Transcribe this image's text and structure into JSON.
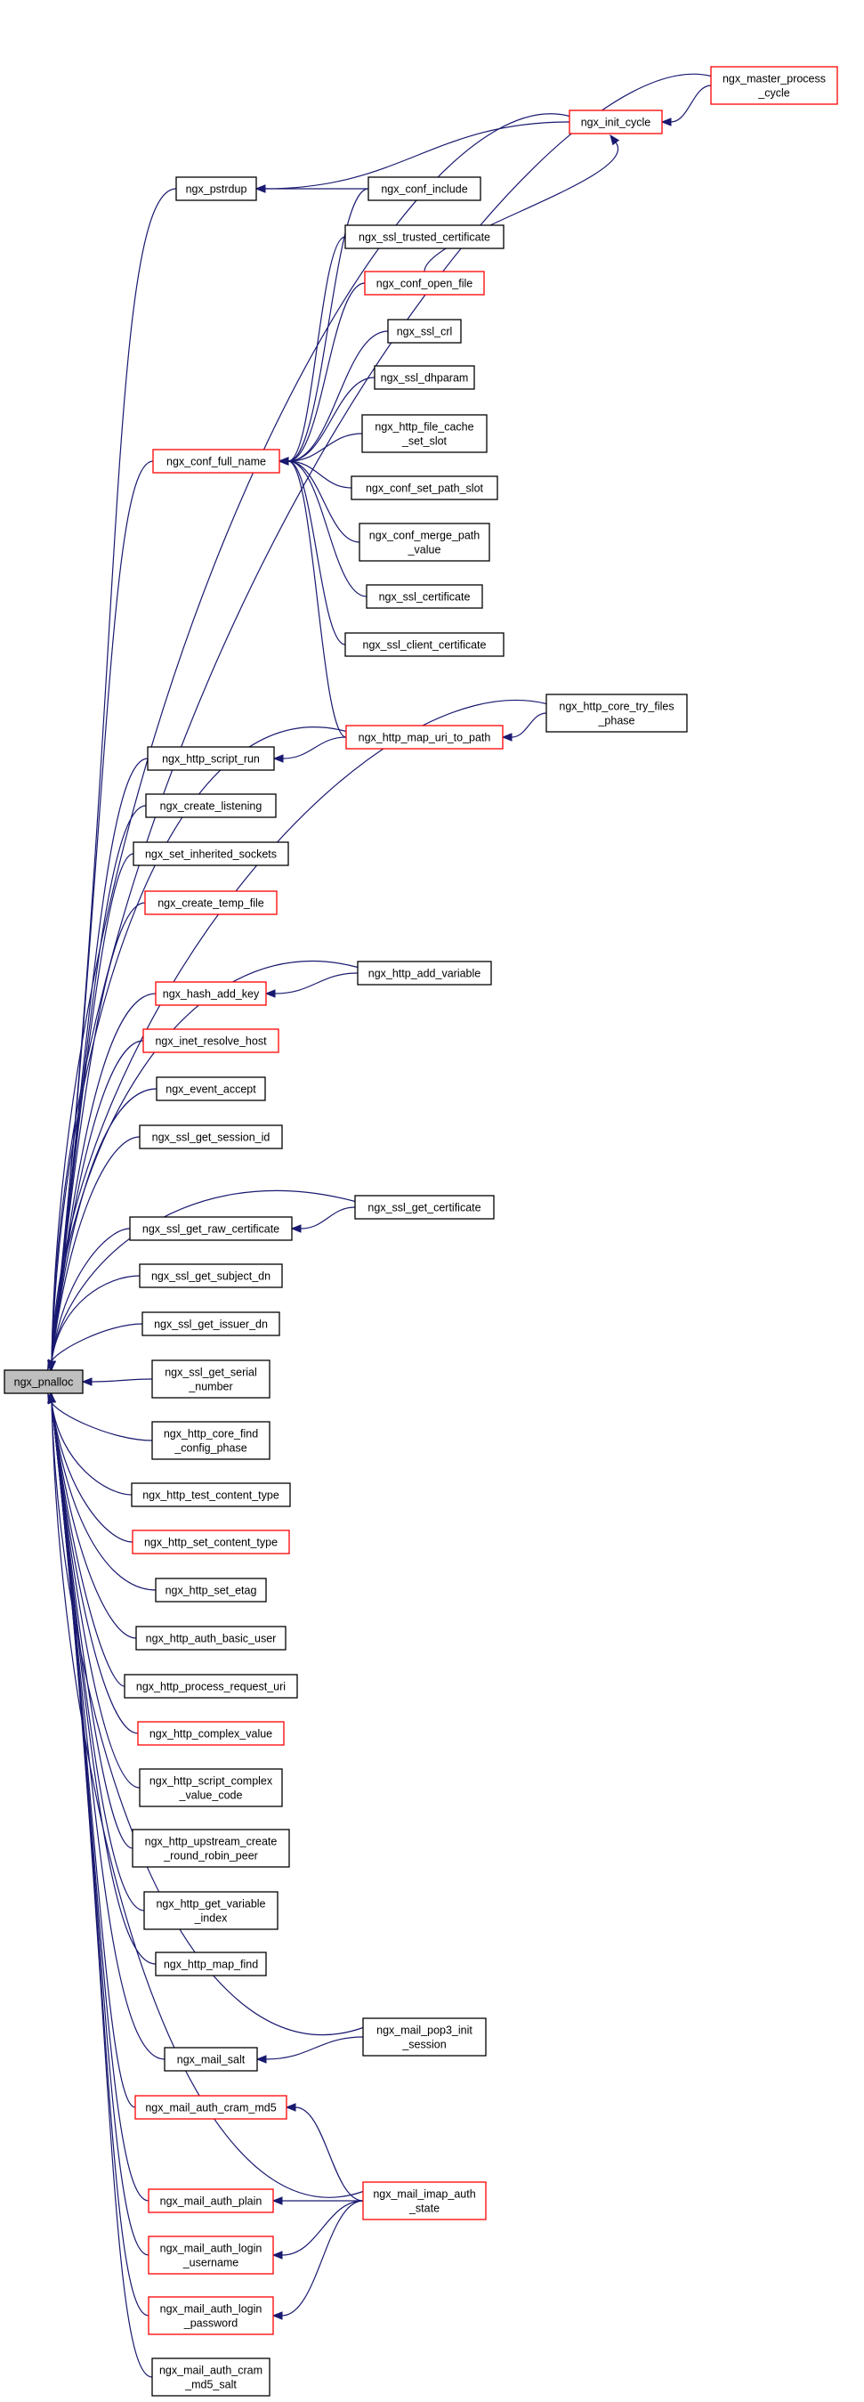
{
  "graph": {
    "root": "ngx_pnalloc",
    "nodes": [
      {
        "id": "ngx_pnalloc",
        "lines": [
          "ngx_pnalloc"
        ],
        "style": "root"
      },
      {
        "id": "ngx_master_process_cycle",
        "lines": [
          "ngx_master_process",
          "_cycle"
        ],
        "style": "red"
      },
      {
        "id": "ngx_init_cycle",
        "lines": [
          "ngx_init_cycle"
        ],
        "style": "red"
      },
      {
        "id": "ngx_pstrdup",
        "lines": [
          "ngx_pstrdup"
        ],
        "style": "black"
      },
      {
        "id": "ngx_conf_include",
        "lines": [
          "ngx_conf_include"
        ],
        "style": "black"
      },
      {
        "id": "ngx_ssl_trusted_certificate",
        "lines": [
          "ngx_ssl_trusted_certificate"
        ],
        "style": "black"
      },
      {
        "id": "ngx_conf_open_file",
        "lines": [
          "ngx_conf_open_file"
        ],
        "style": "red"
      },
      {
        "id": "ngx_ssl_crl",
        "lines": [
          "ngx_ssl_crl"
        ],
        "style": "black"
      },
      {
        "id": "ngx_ssl_dhparam",
        "lines": [
          "ngx_ssl_dhparam"
        ],
        "style": "black"
      },
      {
        "id": "ngx_http_file_cache_set_slot",
        "lines": [
          "ngx_http_file_cache",
          "_set_slot"
        ],
        "style": "black"
      },
      {
        "id": "ngx_conf_full_name",
        "lines": [
          "ngx_conf_full_name"
        ],
        "style": "red"
      },
      {
        "id": "ngx_conf_set_path_slot",
        "lines": [
          "ngx_conf_set_path_slot"
        ],
        "style": "black"
      },
      {
        "id": "ngx_conf_merge_path_value",
        "lines": [
          "ngx_conf_merge_path",
          "_value"
        ],
        "style": "black"
      },
      {
        "id": "ngx_ssl_certificate",
        "lines": [
          "ngx_ssl_certificate"
        ],
        "style": "black"
      },
      {
        "id": "ngx_ssl_client_certificate",
        "lines": [
          "ngx_ssl_client_certificate"
        ],
        "style": "black"
      },
      {
        "id": "ngx_http_core_try_files_phase",
        "lines": [
          "ngx_http_core_try_files",
          "_phase"
        ],
        "style": "black"
      },
      {
        "id": "ngx_http_map_uri_to_path",
        "lines": [
          "ngx_http_map_uri_to_path"
        ],
        "style": "red"
      },
      {
        "id": "ngx_http_script_run",
        "lines": [
          "ngx_http_script_run"
        ],
        "style": "black"
      },
      {
        "id": "ngx_create_listening",
        "lines": [
          "ngx_create_listening"
        ],
        "style": "black"
      },
      {
        "id": "ngx_set_inherited_sockets",
        "lines": [
          "ngx_set_inherited_sockets"
        ],
        "style": "black"
      },
      {
        "id": "ngx_create_temp_file",
        "lines": [
          "ngx_create_temp_file"
        ],
        "style": "red"
      },
      {
        "id": "ngx_http_add_variable",
        "lines": [
          "ngx_http_add_variable"
        ],
        "style": "black"
      },
      {
        "id": "ngx_hash_add_key",
        "lines": [
          "ngx_hash_add_key"
        ],
        "style": "red"
      },
      {
        "id": "ngx_inet_resolve_host",
        "lines": [
          "ngx_inet_resolve_host"
        ],
        "style": "red"
      },
      {
        "id": "ngx_event_accept",
        "lines": [
          "ngx_event_accept"
        ],
        "style": "black"
      },
      {
        "id": "ngx_ssl_get_session_id",
        "lines": [
          "ngx_ssl_get_session_id"
        ],
        "style": "black"
      },
      {
        "id": "ngx_ssl_get_certificate",
        "lines": [
          "ngx_ssl_get_certificate"
        ],
        "style": "black"
      },
      {
        "id": "ngx_ssl_get_raw_certificate",
        "lines": [
          "ngx_ssl_get_raw_certificate"
        ],
        "style": "black"
      },
      {
        "id": "ngx_ssl_get_subject_dn",
        "lines": [
          "ngx_ssl_get_subject_dn"
        ],
        "style": "black"
      },
      {
        "id": "ngx_ssl_get_issuer_dn",
        "lines": [
          "ngx_ssl_get_issuer_dn"
        ],
        "style": "black"
      },
      {
        "id": "ngx_ssl_get_serial_number",
        "lines": [
          "ngx_ssl_get_serial",
          "_number"
        ],
        "style": "black"
      },
      {
        "id": "ngx_http_core_find_config_phase",
        "lines": [
          "ngx_http_core_find",
          "_config_phase"
        ],
        "style": "black"
      },
      {
        "id": "ngx_http_test_content_type",
        "lines": [
          "ngx_http_test_content_type"
        ],
        "style": "black"
      },
      {
        "id": "ngx_http_set_content_type",
        "lines": [
          "ngx_http_set_content_type"
        ],
        "style": "red"
      },
      {
        "id": "ngx_http_set_etag",
        "lines": [
          "ngx_http_set_etag"
        ],
        "style": "black"
      },
      {
        "id": "ngx_http_auth_basic_user",
        "lines": [
          "ngx_http_auth_basic_user"
        ],
        "style": "black"
      },
      {
        "id": "ngx_http_process_request_uri",
        "lines": [
          "ngx_http_process_request_uri"
        ],
        "style": "black"
      },
      {
        "id": "ngx_http_complex_value",
        "lines": [
          "ngx_http_complex_value"
        ],
        "style": "red"
      },
      {
        "id": "ngx_http_script_complex_value_code",
        "lines": [
          "ngx_http_script_complex",
          "_value_code"
        ],
        "style": "black"
      },
      {
        "id": "ngx_http_upstream_create_round_robin_peer",
        "lines": [
          "ngx_http_upstream_create",
          "_round_robin_peer"
        ],
        "style": "black"
      },
      {
        "id": "ngx_http_get_variable_index",
        "lines": [
          "ngx_http_get_variable",
          "_index"
        ],
        "style": "black"
      },
      {
        "id": "ngx_http_map_find",
        "lines": [
          "ngx_http_map_find"
        ],
        "style": "black"
      },
      {
        "id": "ngx_mail_pop3_init_session",
        "lines": [
          "ngx_mail_pop3_init",
          "_session"
        ],
        "style": "black"
      },
      {
        "id": "ngx_mail_salt",
        "lines": [
          "ngx_mail_salt"
        ],
        "style": "black"
      },
      {
        "id": "ngx_mail_auth_cram_md5",
        "lines": [
          "ngx_mail_auth_cram_md5"
        ],
        "style": "red"
      },
      {
        "id": "ngx_mail_imap_auth_state",
        "lines": [
          "ngx_mail_imap_auth",
          "_state"
        ],
        "style": "red"
      },
      {
        "id": "ngx_mail_auth_plain",
        "lines": [
          "ngx_mail_auth_plain"
        ],
        "style": "red"
      },
      {
        "id": "ngx_mail_auth_login_username",
        "lines": [
          "ngx_mail_auth_login",
          "_username"
        ],
        "style": "red"
      },
      {
        "id": "ngx_mail_auth_login_password",
        "lines": [
          "ngx_mail_auth_login",
          "_password"
        ],
        "style": "red"
      },
      {
        "id": "ngx_mail_auth_cram_md5_salt",
        "lines": [
          "ngx_mail_auth_cram",
          "_md5_salt"
        ],
        "style": "black"
      }
    ],
    "edges": [
      {
        "from": "ngx_master_process_cycle",
        "to": "ngx_pnalloc"
      },
      {
        "from": "ngx_master_process_cycle",
        "to": "ngx_init_cycle"
      },
      {
        "from": "ngx_init_cycle",
        "to": "ngx_pnalloc"
      },
      {
        "from": "ngx_init_cycle",
        "to": "ngx_pstrdup"
      },
      {
        "from": "ngx_pstrdup",
        "to": "ngx_pnalloc"
      },
      {
        "from": "ngx_conf_include",
        "to": "ngx_pstrdup"
      },
      {
        "from": "ngx_conf_include",
        "to": "ngx_conf_full_name"
      },
      {
        "from": "ngx_ssl_trusted_certificate",
        "to": "ngx_conf_full_name"
      },
      {
        "from": "ngx_conf_open_file",
        "to": "ngx_conf_full_name"
      },
      {
        "from": "ngx_conf_open_file",
        "to": "ngx_init_cycle"
      },
      {
        "from": "ngx_ssl_crl",
        "to": "ngx_conf_full_name"
      },
      {
        "from": "ngx_ssl_dhparam",
        "to": "ngx_conf_full_name"
      },
      {
        "from": "ngx_http_file_cache_set_slot",
        "to": "ngx_conf_full_name"
      },
      {
        "from": "ngx_conf_set_path_slot",
        "to": "ngx_conf_full_name"
      },
      {
        "from": "ngx_conf_merge_path_value",
        "to": "ngx_conf_full_name"
      },
      {
        "from": "ngx_ssl_certificate",
        "to": "ngx_conf_full_name"
      },
      {
        "from": "ngx_ssl_client_certificate",
        "to": "ngx_conf_full_name"
      },
      {
        "from": "ngx_http_map_uri_to_path",
        "to": "ngx_conf_full_name"
      },
      {
        "from": "ngx_conf_full_name",
        "to": "ngx_pnalloc"
      },
      {
        "from": "ngx_http_core_try_files_phase",
        "to": "ngx_pnalloc"
      },
      {
        "from": "ngx_http_core_try_files_phase",
        "to": "ngx_http_map_uri_to_path"
      },
      {
        "from": "ngx_http_map_uri_to_path",
        "to": "ngx_pnalloc"
      },
      {
        "from": "ngx_http_map_uri_to_path",
        "to": "ngx_http_script_run"
      },
      {
        "from": "ngx_http_script_run",
        "to": "ngx_pnalloc"
      },
      {
        "from": "ngx_create_listening",
        "to": "ngx_pnalloc"
      },
      {
        "from": "ngx_set_inherited_sockets",
        "to": "ngx_pnalloc"
      },
      {
        "from": "ngx_create_temp_file",
        "to": "ngx_pnalloc"
      },
      {
        "from": "ngx_http_add_variable",
        "to": "ngx_pnalloc"
      },
      {
        "from": "ngx_http_add_variable",
        "to": "ngx_hash_add_key"
      },
      {
        "from": "ngx_hash_add_key",
        "to": "ngx_pnalloc"
      },
      {
        "from": "ngx_inet_resolve_host",
        "to": "ngx_pnalloc"
      },
      {
        "from": "ngx_event_accept",
        "to": "ngx_pnalloc"
      },
      {
        "from": "ngx_ssl_get_session_id",
        "to": "ngx_pnalloc"
      },
      {
        "from": "ngx_ssl_get_certificate",
        "to": "ngx_pnalloc"
      },
      {
        "from": "ngx_ssl_get_certificate",
        "to": "ngx_ssl_get_raw_certificate"
      },
      {
        "from": "ngx_ssl_get_raw_certificate",
        "to": "ngx_pnalloc"
      },
      {
        "from": "ngx_ssl_get_subject_dn",
        "to": "ngx_pnalloc"
      },
      {
        "from": "ngx_ssl_get_issuer_dn",
        "to": "ngx_pnalloc"
      },
      {
        "from": "ngx_ssl_get_serial_number",
        "to": "ngx_pnalloc"
      },
      {
        "from": "ngx_http_core_find_config_phase",
        "to": "ngx_pnalloc"
      },
      {
        "from": "ngx_http_test_content_type",
        "to": "ngx_pnalloc"
      },
      {
        "from": "ngx_http_set_content_type",
        "to": "ngx_pnalloc"
      },
      {
        "from": "ngx_http_set_etag",
        "to": "ngx_pnalloc"
      },
      {
        "from": "ngx_http_auth_basic_user",
        "to": "ngx_pnalloc"
      },
      {
        "from": "ngx_http_process_request_uri",
        "to": "ngx_pnalloc"
      },
      {
        "from": "ngx_http_complex_value",
        "to": "ngx_pnalloc"
      },
      {
        "from": "ngx_http_script_complex_value_code",
        "to": "ngx_pnalloc"
      },
      {
        "from": "ngx_http_upstream_create_round_robin_peer",
        "to": "ngx_pnalloc"
      },
      {
        "from": "ngx_http_get_variable_index",
        "to": "ngx_pnalloc"
      },
      {
        "from": "ngx_http_map_find",
        "to": "ngx_pnalloc"
      },
      {
        "from": "ngx_mail_pop3_init_session",
        "to": "ngx_pnalloc"
      },
      {
        "from": "ngx_mail_pop3_init_session",
        "to": "ngx_mail_salt"
      },
      {
        "from": "ngx_mail_salt",
        "to": "ngx_pnalloc"
      },
      {
        "from": "ngx_mail_imap_auth_state",
        "to": "ngx_mail_auth_cram_md5"
      },
      {
        "from": "ngx_mail_auth_cram_md5",
        "to": "ngx_pnalloc"
      },
      {
        "from": "ngx_mail_imap_auth_state",
        "to": "ngx_pnalloc"
      },
      {
        "from": "ngx_mail_imap_auth_state",
        "to": "ngx_mail_auth_plain"
      },
      {
        "from": "ngx_mail_imap_auth_state",
        "to": "ngx_mail_auth_login_username"
      },
      {
        "from": "ngx_mail_imap_auth_state",
        "to": "ngx_mail_auth_login_password"
      },
      {
        "from": "ngx_mail_auth_plain",
        "to": "ngx_pnalloc"
      },
      {
        "from": "ngx_mail_auth_login_username",
        "to": "ngx_pnalloc"
      },
      {
        "from": "ngx_mail_auth_login_password",
        "to": "ngx_pnalloc"
      },
      {
        "from": "ngx_mail_auth_cram_md5_salt",
        "to": "ngx_pnalloc"
      }
    ]
  }
}
